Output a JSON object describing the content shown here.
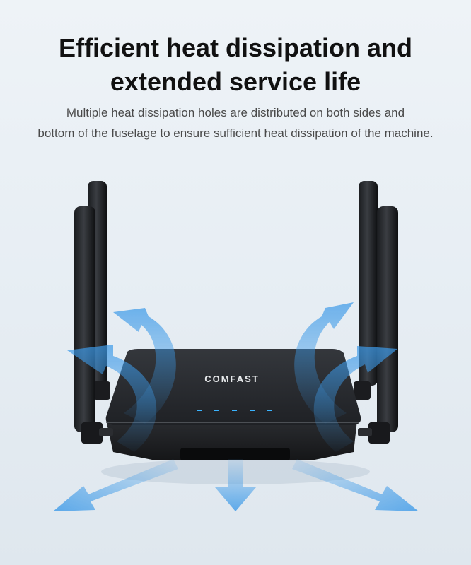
{
  "headline": {
    "line1": "Efficient heat dissipation and",
    "line2": "extended service life"
  },
  "description": {
    "line1": "Multiple heat dissipation holes are distributed on both sides and",
    "line2": "bottom of the fuselage to ensure sufficient heat dissipation of the machine."
  },
  "product": {
    "brand": "COMFAST",
    "antennas": 4,
    "led_count": 5
  },
  "colors": {
    "airflow_arrow": "#3d9ae8",
    "router_body": "#26292d",
    "led": "#3ab4ff"
  },
  "icons": [
    "airflow-arrow-icon"
  ]
}
